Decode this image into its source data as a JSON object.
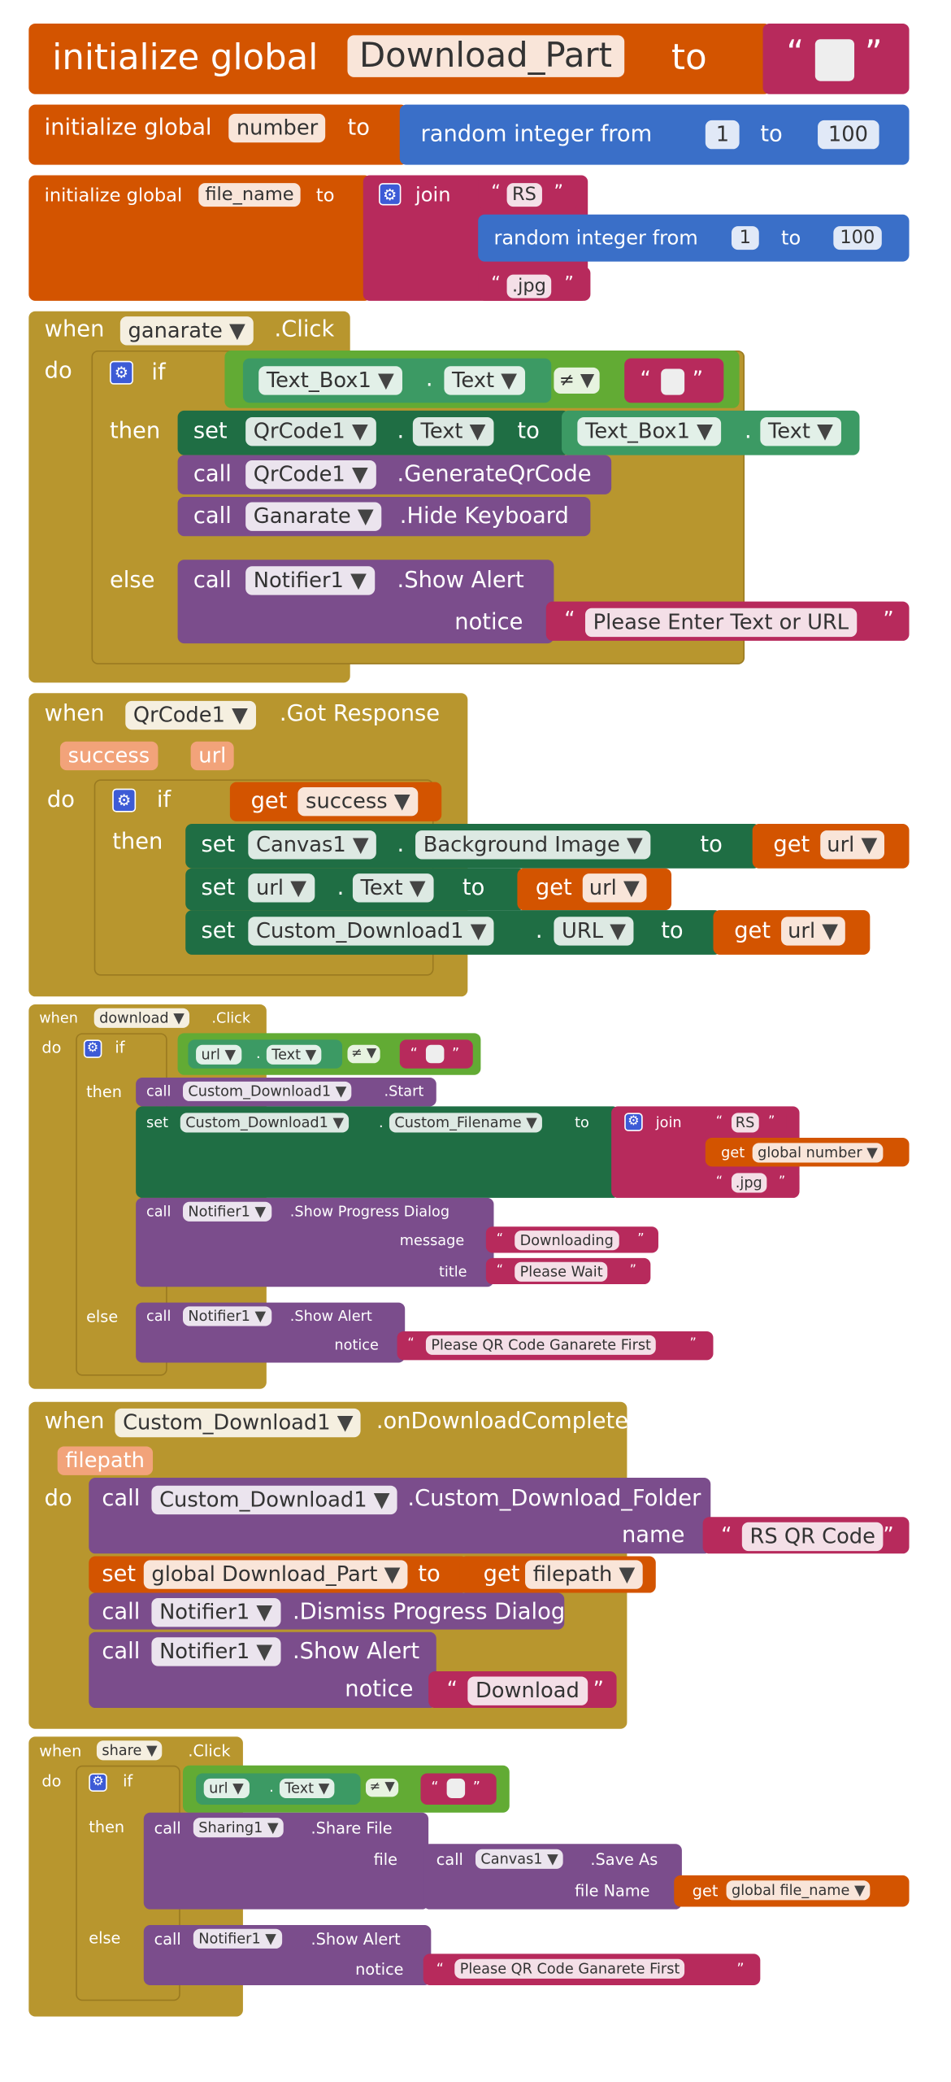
{
  "kw": {
    "initialize_global": "initialize global",
    "to": "to",
    "random_integer_from": "random integer from",
    "join": "join",
    "when": "when",
    "do": "do",
    "if": "if",
    "then": "then",
    "else": "else",
    "set": "set",
    "call": "call",
    "get": "get",
    "neq": "≠",
    "dot": ".",
    "quote_open": "“",
    "quote_close": "”",
    "gear": "⚙"
  },
  "globals": {
    "download_part": "Download_Part",
    "number": "number",
    "file_name": "file_name",
    "num_from": "1",
    "num_to": "100",
    "rs": "RS",
    "jpg": ".jpg"
  },
  "ganarate": {
    "component": "ganarate",
    "event": ".Click",
    "textbox": "Text_Box1",
    "text_prop": "Text",
    "qrcode": "QrCode1",
    "generate": ".GenerateQrCode",
    "ganarate_comp": "Ganarate",
    "hide_kb": ".Hide Keyboard",
    "notifier": "Notifier1",
    "show_alert": ".Show Alert",
    "notice": "notice",
    "alert_msg": "Please Enter Text or URL"
  },
  "qr_response": {
    "component": "QrCode1",
    "event": ".Got Response",
    "param_success": "success",
    "param_url": "url",
    "canvas": "Canvas1",
    "bg_image": "Background Image",
    "url_comp": "url",
    "text_prop": "Text",
    "custom_dl": "Custom_Download1",
    "url_prop": "URL"
  },
  "download": {
    "component": "download",
    "event": ".Click",
    "url_comp": "url",
    "text_prop": "Text",
    "custom_dl": "Custom_Download1",
    "start": ".Start",
    "custom_filename": "Custom_Filename",
    "rs": "RS",
    "global_number": "global number",
    "jpg": ".jpg",
    "notifier": "Notifier1",
    "show_progress": ".Show Progress Dialog",
    "message": "message",
    "downloading": "Downloading",
    "title": "title",
    "please_wait": "Please Wait",
    "show_alert": ".Show Alert",
    "notice": "notice",
    "alert_msg": "Please QR Code Ganarete First"
  },
  "complete": {
    "component": "Custom_Download1",
    "event": ".onDownloadComplete",
    "param": "filepath",
    "method": ".Custom_Download_Folder",
    "name": "name",
    "folder": "RS QR Code",
    "global_part": "global Download_Part",
    "filepath": "filepath",
    "notifier": "Notifier1",
    "dismiss": ".Dismiss Progress Dialog",
    "show_alert": ".Show Alert",
    "notice": "notice",
    "download_msg": "Download"
  },
  "share": {
    "component": "share",
    "event": ".Click",
    "url_comp": "url",
    "text_prop": "Text",
    "sharing": "Sharing1",
    "share_file": ".Share File",
    "file": "file",
    "canvas": "Canvas1",
    "save_as": ".Save As",
    "file_name_label": "file Name",
    "global_file_name": "global file_name",
    "notifier": "Notifier1",
    "show_alert": ".Show Alert",
    "notice": "notice",
    "alert_msg": "Please QR Code Ganarete First"
  }
}
